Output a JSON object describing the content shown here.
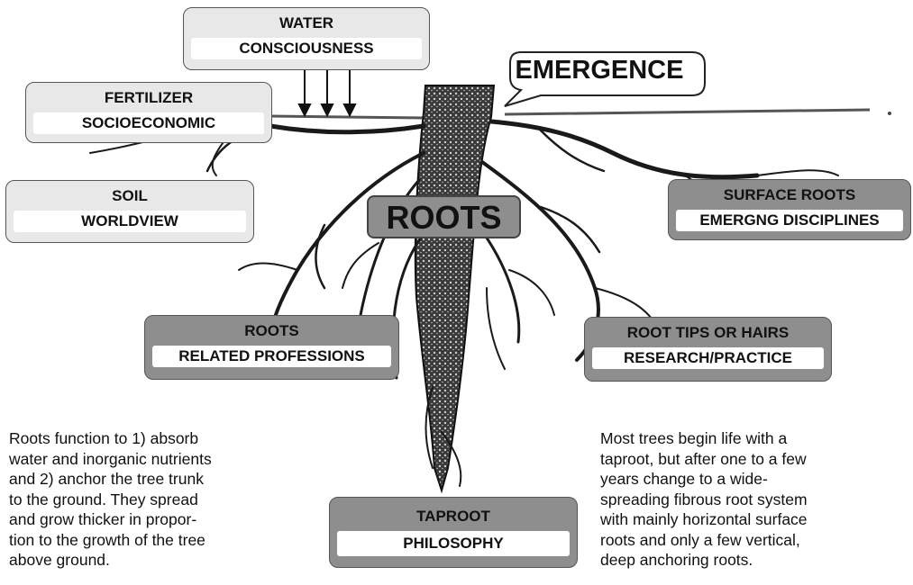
{
  "labels": {
    "water": {
      "title": "WATER",
      "sub": "CONSCIOUSNESS"
    },
    "fertilizer": {
      "title": "FERTILIZER",
      "sub": "SOCIOECONOMIC"
    },
    "soil": {
      "title": "SOIL",
      "sub": "WORLDVIEW"
    },
    "surface_roots": {
      "title": "SURFACE ROOTS",
      "sub": "EMERGNG DISCIPLINES"
    },
    "roots": {
      "title": "ROOTS",
      "sub": "RELATED PROFESSIONS"
    },
    "root_tips": {
      "title": "ROOT TIPS OR HAIRS",
      "sub": "RESEARCH/PRACTICE"
    },
    "taproot": {
      "title": "TAPROOT",
      "sub": "PHILOSOPHY"
    }
  },
  "center_label": "ROOTS",
  "callout": "EMERGENCE",
  "left_paragraph": "Roots function to 1) absorb\nwater and inorganic nutrients\nand 2) anchor the tree trunk\nto the ground. They spread\nand grow thicker in propor-\ntion to the growth of the tree\nabove ground.",
  "right_paragraph": "Most trees begin life with a\ntaproot, but after one to a few\nyears change to a  wide-\nspreading fibrous root system\nwith mainly horizontal surface\nroots and only a few vertical,\ndeep anchoring roots.",
  "colors": {
    "light_box": "#e8e8e8",
    "dark_box": "#8e8e8e",
    "root_ink": "#1a1a1a"
  },
  "icons": [
    "down-arrow-icon",
    "tree-roots-illustration",
    "speech-callout-icon"
  ]
}
